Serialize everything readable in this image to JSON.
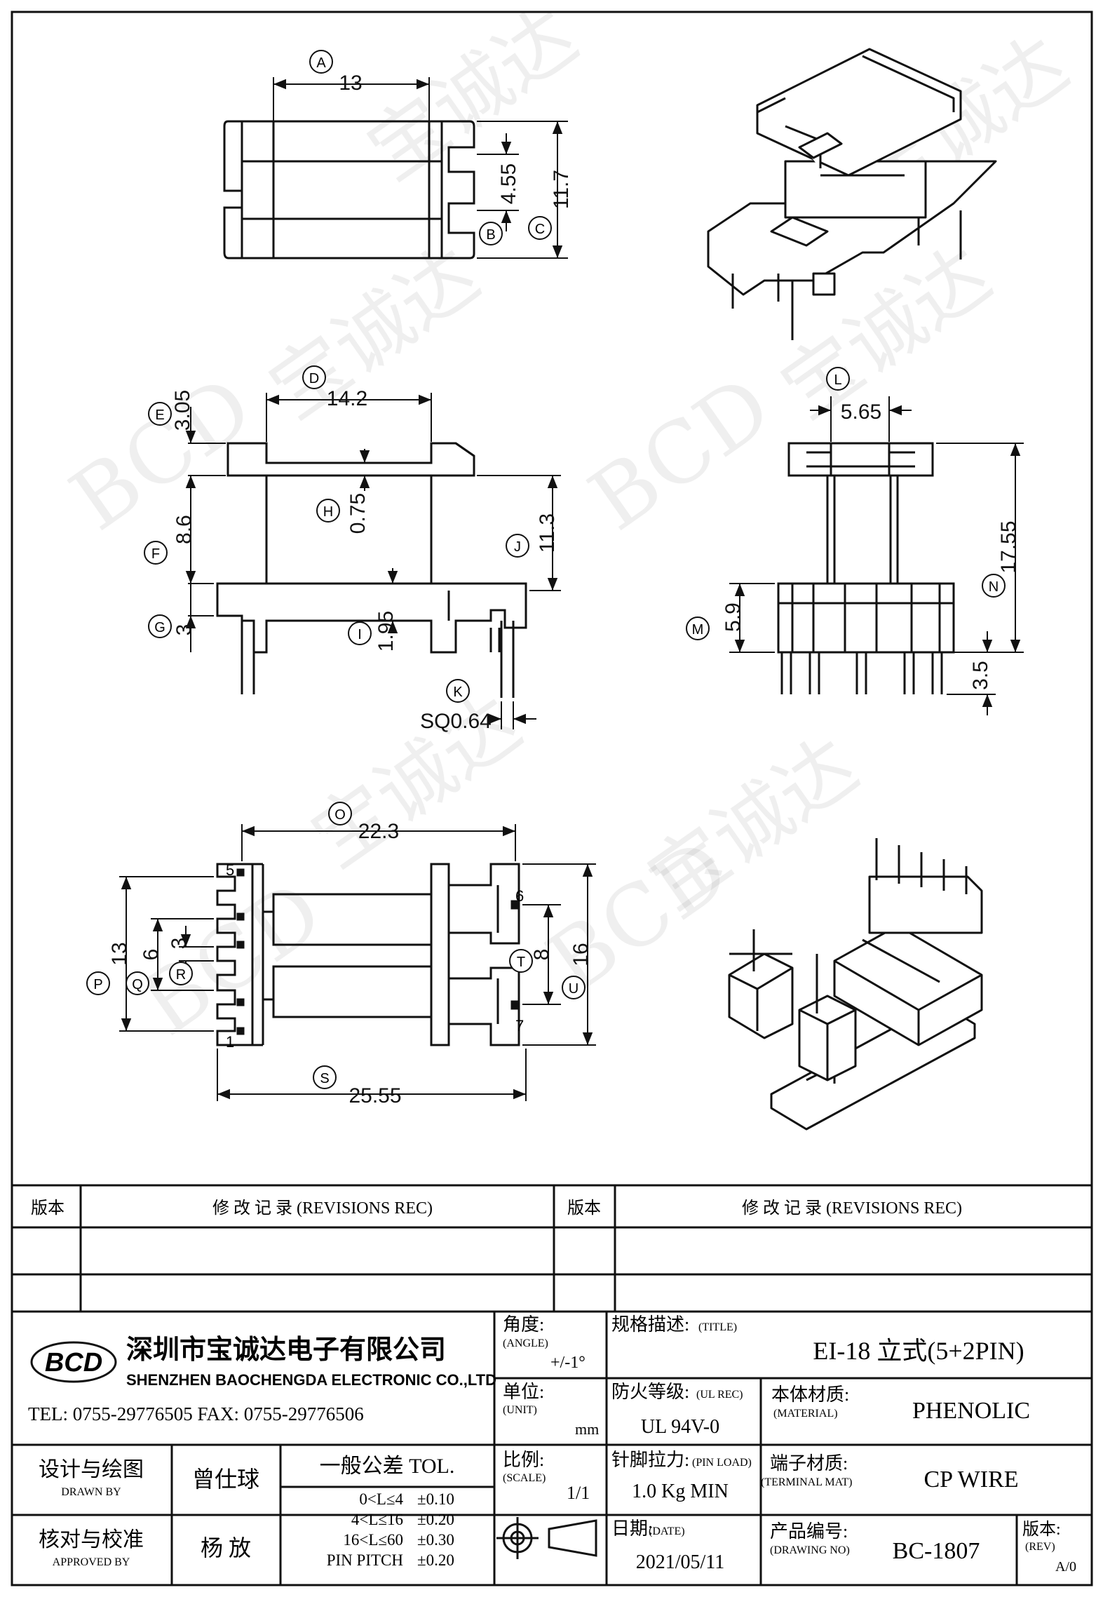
{
  "dimensions": {
    "A": {
      "label": "A",
      "value": "13"
    },
    "B": {
      "label": "B",
      "value": "4.55"
    },
    "C": {
      "label": "C",
      "value": "11.7"
    },
    "D": {
      "label": "D",
      "value": "14.2"
    },
    "E": {
      "label": "E",
      "value": "3.05"
    },
    "F": {
      "label": "F",
      "value": "8.6"
    },
    "G": {
      "label": "G",
      "value": "3"
    },
    "H": {
      "label": "H",
      "value": "0.75"
    },
    "I": {
      "label": "I",
      "value": "1.95"
    },
    "J": {
      "label": "J",
      "value": "11.3"
    },
    "K": {
      "label": "K",
      "value": "SQ0.64"
    },
    "L": {
      "label": "L",
      "value": "5.65"
    },
    "M": {
      "label": "M",
      "value": "5.9"
    },
    "N": {
      "label": "N",
      "value": "17.55"
    },
    "N2": {
      "label": "",
      "value": "3.5"
    },
    "O": {
      "label": "O",
      "value": "22.3"
    },
    "P": {
      "label": "P",
      "value": "13"
    },
    "Q": {
      "label": "Q",
      "value": "6"
    },
    "R": {
      "label": "R",
      "value": "3"
    },
    "S": {
      "label": "S",
      "value": "25.55"
    },
    "T": {
      "label": "T",
      "value": "8"
    },
    "U": {
      "label": "U",
      "value": "16"
    }
  },
  "pins": {
    "p5": "5",
    "p1": "1",
    "p6": "6",
    "p7": "7"
  },
  "watermark": {
    "text1": "BCD",
    "text2": "宝诚达"
  },
  "titleblock": {
    "rev_header_left": "版本",
    "rev_header_mid": "修 改 记 录  (REVISIONS REC)",
    "rev_header_right": "版本",
    "rev_header_mid2": "修 改 记 录  (REVISIONS REC)",
    "logo": "BCD",
    "company_cn": "深圳市宝诚达电子有限公司",
    "company_en": "SHENZHEN BAOCHENGDA ELECTRONIC CO.,LTD",
    "contact": "TEL: 0755-29776505  FAX: 0755-29776506",
    "angle_label": "角度:",
    "angle_label_en": "(ANGLE)",
    "angle_value": "+/-1°",
    "title_label": "规格描述:",
    "title_label_en": "(TITLE)",
    "title_value": "EI-18 立式(5+2PIN)",
    "unit_label": "单位:",
    "unit_label_en": "(UNIT)",
    "unit_value": "mm",
    "ul_label": "防火等级:",
    "ul_label_en": "(UL REC)",
    "ul_value": "UL 94V-0",
    "material_label": "本体材质:",
    "material_label_en": "(MATERIAL)",
    "material_value": "PHENOLIC",
    "drawn_label": "设计与绘图",
    "drawn_label_en": "DRAWN BY",
    "drawn_name": "曾仕球",
    "tol_title": "一般公差 TOL.",
    "tol_rows": [
      {
        "range": "0<L≤4",
        "tol": "±0.10"
      },
      {
        "range": "4<L≤16",
        "tol": "±0.20"
      },
      {
        "range": "16<L≤60",
        "tol": "±0.30"
      },
      {
        "range": "PIN PITCH",
        "tol": "±0.20"
      }
    ],
    "scale_label": "比例:",
    "scale_label_en": "(SCALE)",
    "scale_value": "1/1",
    "pinload_label": "针脚拉力:",
    "pinload_label_en": "(PIN LOAD)",
    "pinload_value": "1.0 Kg MIN",
    "terminal_label": "端子材质:",
    "terminal_label_en": "(TERMINAL MAT)",
    "terminal_value": "CP WIRE",
    "approved_label": "核对与校准",
    "approved_label_en": "APPROVED BY",
    "approved_name": "杨  放",
    "date_label": "日期:",
    "date_label_en": "(DATE)",
    "date_value": "2021/05/11",
    "drawingno_label": "产品编号:",
    "drawingno_label_en": "(DRAWING NO)",
    "drawingno_value": "BC-1807",
    "rev_label": "版本:",
    "rev_label_en": "(REV)",
    "rev_value": "A/0"
  }
}
